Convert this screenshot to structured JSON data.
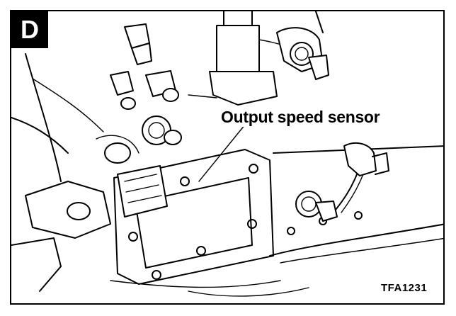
{
  "figure": {
    "panel_letter": "D",
    "callout_label": "Output speed sensor",
    "figure_code": "TFA1231"
  },
  "colors": {
    "line": "#000000",
    "background": "#ffffff"
  }
}
